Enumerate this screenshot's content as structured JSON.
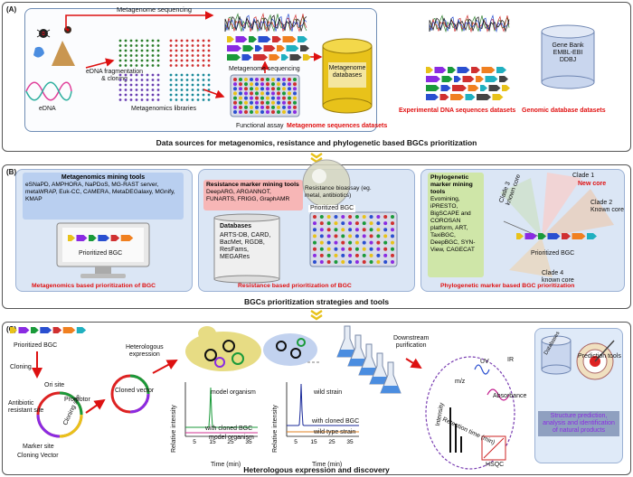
{
  "panel_a": {
    "letter": "(A)",
    "metagenome_sequencing_top": "Metagenome sequencing",
    "fragmentation": "eDNA fragmentation\n& cloning",
    "edna": "eDNA",
    "libraries": "Metagenomics libraries",
    "metagenome_sequencing_mid": "Metagenome sequencing",
    "functional_assay": "Functional assay",
    "metagenome_sequences_datasets": "Metagenome sequences datasets",
    "metagenome_databases": "Metagenome\ndatabases",
    "experimental_datasets": "Experimental  DNA sequences datasets",
    "genbank": "Gene Bank\nEMBL-EBI\nDDBJ",
    "genomic_database_datasets": "Genomic database datasets",
    "caption": "Data sources for metagenomics, resistance and phylogenetic based BGCs prioritization"
  },
  "panel_b": {
    "letter": "(B)",
    "metagenomics_tools_title": "Metagenomics mining tools",
    "metagenomics_tools_list": "eSNaPD, AMPHORA, NaPDoS, MG-RAST server, metaWRAP, Euk-CC, CAMERA, MetaDEGalaxy, MGnify, KMAP",
    "prioritized_bgc_left": "Prioritized BGC",
    "metagenomics_caption": "Metagenomics based prioritization of BGC",
    "resistance_tools_title": "Resistance marker mining tools",
    "resistance_tools_list": "DeepARG, ARGANNOT, FUNARTS, FRIGG, GraphAMR",
    "resistance_assay": "Resistance bioassay (eg. metal, antibiotics)",
    "prioritized_bgc_mid": "Prioritized BGC",
    "databases_title": "Databases",
    "databases_list": "ARTS-DB, CARD, BacMet, RGDB, ResFams, MEGARes",
    "resistance_caption": "Resistance based prioritization of BGC",
    "phylo_tools_title": "Phylogenetic marker mining tools",
    "phylo_tools_list": "Evomining, iPRESTO, BigSCAPE and COROSAN platform, ART, TaxiBGC, DeepBGC, SYN-View, CAGECAT",
    "clade1": "Clade 1",
    "new_core": "New core",
    "clade2": "Clade 2\nKnown core",
    "clade3": "Clade 3\nknown core",
    "clade4": "Clade 4\nknown core",
    "prioritized_bgc_right": "Prioritized BGC",
    "phylo_caption": "Phylogenetic marker based BGC prioritization",
    "caption": "BGCs prioritization strategies and tools"
  },
  "panel_c": {
    "letter": "(C)",
    "prioritized_bgc": "Prioritized BGC",
    "cloning": "Cloning",
    "heterologous_expression": "Heterologous\nexpression",
    "ori_site": "Ori site",
    "promotor": "Promotor",
    "antibiotic_site": "Antibiotic\nresistant site",
    "cloning_site": "Cloning site",
    "marker_site": "Marker site",
    "cloning_vector": "Cloning Vector",
    "cloned_vector": "Cloned vector",
    "chart1_legend_top": "model organism",
    "chart1_legend_bottom": "with cloned BGC",
    "chart1_legend_line": "model organism",
    "chart1_ylabel": "Relative intensity",
    "chart1_xlabel": "Time (min)",
    "chart2_legend_top": "wild strain",
    "chart2_legend_mid": "with cloned BGC",
    "chart2_legend_bottom": "wild type strain",
    "chart2_ylabel": "Relative intensity",
    "chart2_xlabel": "Time (min)",
    "x_ticks": [
      "5",
      "15",
      "25",
      "35"
    ],
    "downstream": "Downstream\npurification",
    "uv": "UV",
    "ir": "IR",
    "mz": "m/z",
    "intensity": "Intensity",
    "absorbance": "Absorbance",
    "retention_time": "Retention time (min)",
    "hsqc": "HSQC",
    "databases": "Databases",
    "prediction_tools": "Prediction tools",
    "structure_text": "Structure prediction, analysis and identification of natural products",
    "caption": "Heterologous expression and discovery"
  },
  "colors": {
    "red_label": "#e01010",
    "gold": "#e8c21a",
    "panel_blue": "#dbe6f5",
    "pink": "#f7b6b6",
    "purple_text": "#8a2be2"
  }
}
